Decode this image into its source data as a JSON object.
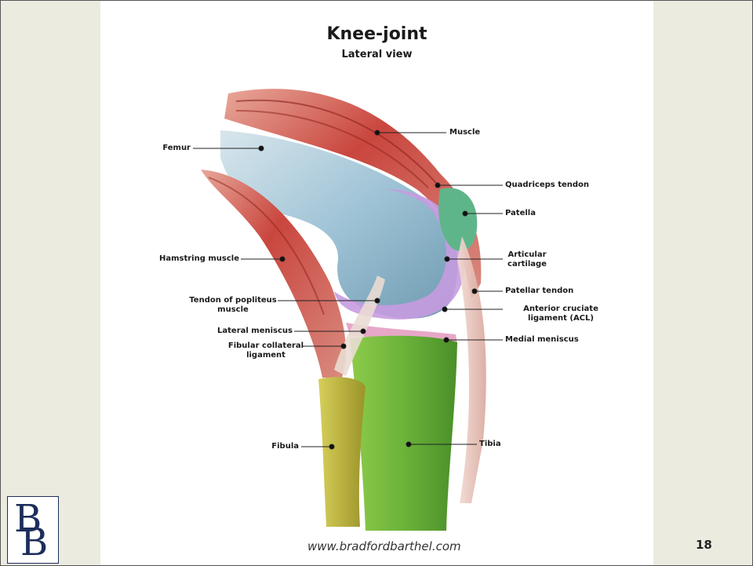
{
  "title": "Knee-joint",
  "subtitle": "Lateral view",
  "labels": {
    "muscle": "Muscle",
    "femur": "Femur",
    "quadriceps_tendon": "Quadriceps tendon",
    "patella": "Patella",
    "articular_cartilage": "Articular cartilage",
    "hamstring_muscle": "Hamstring muscle",
    "tendon_popliteus": "Tendon of popliteus muscle",
    "patellar_tendon": "Patellar tendon",
    "acl": "Anterior cruciate ligament (ACL)",
    "lateral_meniscus": "Lateral meniscus",
    "fibular_collateral": "Fibular collateral ligament",
    "medial_meniscus": "Medial meniscus",
    "fibula": "Fibula",
    "tibia": "Tibia"
  },
  "footer": {
    "url": "www.bradfordbarthel.com",
    "page_number": "18"
  },
  "logo": {
    "letters": "BB"
  },
  "colors": {
    "background": "#ecebe0",
    "panel": "#ffffff",
    "muscle": "#c9463e",
    "bone": "#9fc3d6",
    "cartilage": "#c79be0",
    "patella": "#5fb58a",
    "tibia": "#6bb33a",
    "fibula": "#b8b03a",
    "logo": "#1d2d5c"
  }
}
